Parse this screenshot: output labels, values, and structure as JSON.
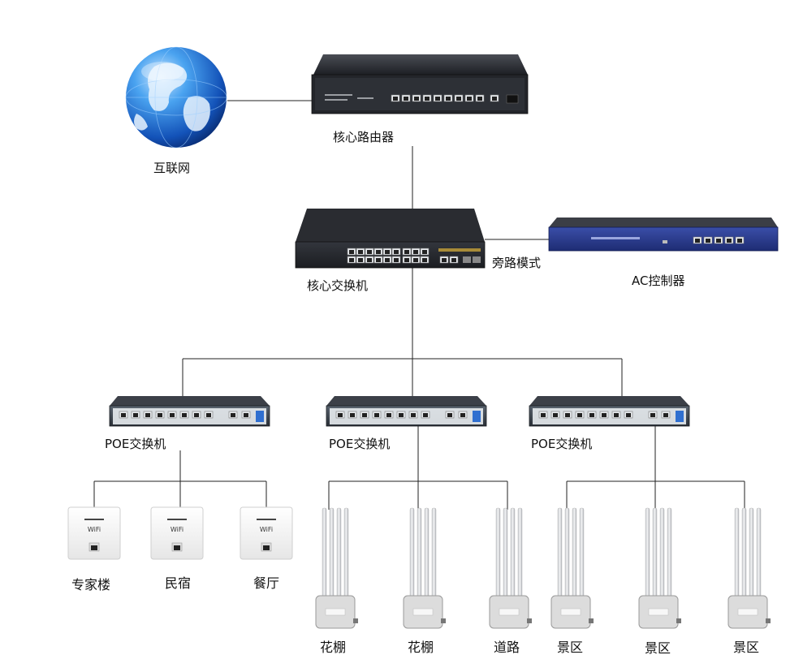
{
  "nodes": {
    "internet": "互联网",
    "core_router": "核心路由器",
    "core_switch": "核心交换机",
    "bypass": "旁路模式",
    "ac_controller": "AC控制器",
    "poe_switches": [
      "POE交换机",
      "POE交换机",
      "POE交换机"
    ]
  },
  "endpoints": {
    "panel_aps": [
      "专家楼",
      "民宿",
      "餐厅"
    ],
    "outdoor_aps": [
      "花棚",
      "花棚",
      "道路",
      "景区",
      "景区",
      "景区"
    ]
  },
  "device_text": {
    "wifi_badge": "WiFi"
  },
  "colors": {
    "line": "#222222",
    "device_dark": "#2b2e34",
    "ac_blue": "#2a3b8f",
    "globe_blue": "#1f6fd6"
  },
  "icons": {
    "internet": "globe-icon",
    "router": "router-icon",
    "switch": "switch-icon",
    "controller": "ac-controller-icon",
    "panel_ap": "wall-panel-ap-icon",
    "outdoor_ap": "outdoor-ap-icon"
  }
}
